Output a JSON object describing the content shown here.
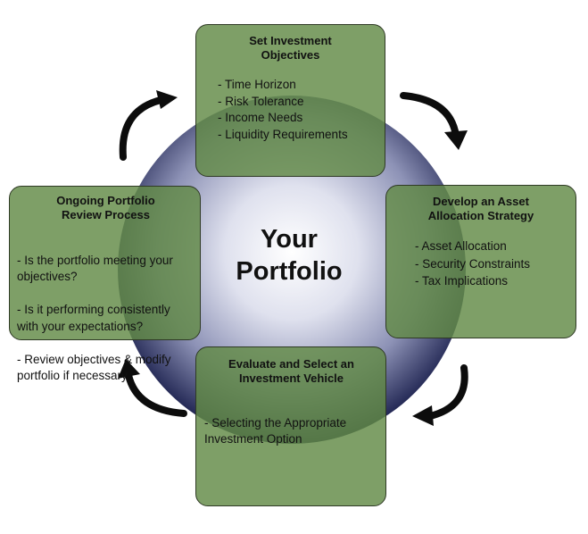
{
  "center": {
    "line1": "Your",
    "line2": "Portfolio"
  },
  "steps": {
    "top": {
      "title": "Set Investment\nObjectives",
      "items": [
        "- Time Horizon",
        "- Risk Tolerance",
        "- Income Needs",
        "- Liquidity Requirements"
      ]
    },
    "right": {
      "title": "Develop an Asset\nAllocation Strategy",
      "items": [
        "- Asset Allocation",
        "- Security Constraints",
        "- Tax Implications"
      ]
    },
    "bottom": {
      "title": "Evaluate and Select an\nInvestment Vehicle",
      "items": [
        "- Selecting the Appropriate\nInvestment Option"
      ]
    },
    "left": {
      "title": "Ongoing Portfolio\nReview Process",
      "items": [
        "- Is the portfolio meeting your\nobjectives?",
        "- Is it performing consistently\nwith your expectations?",
        "- Review objectives & modify\nportfolio if necessary"
      ]
    }
  },
  "colors": {
    "box_fill": "#628a46",
    "box_border": "#2f3a25",
    "circle_center": "#ffffff",
    "circle_edge": "#1e2350",
    "arrow": "#0c0c0c"
  },
  "arrow_icons": [
    "curved-arrow-top-right",
    "curved-arrow-bottom-right",
    "curved-arrow-bottom-left",
    "curved-arrow-top-left"
  ]
}
